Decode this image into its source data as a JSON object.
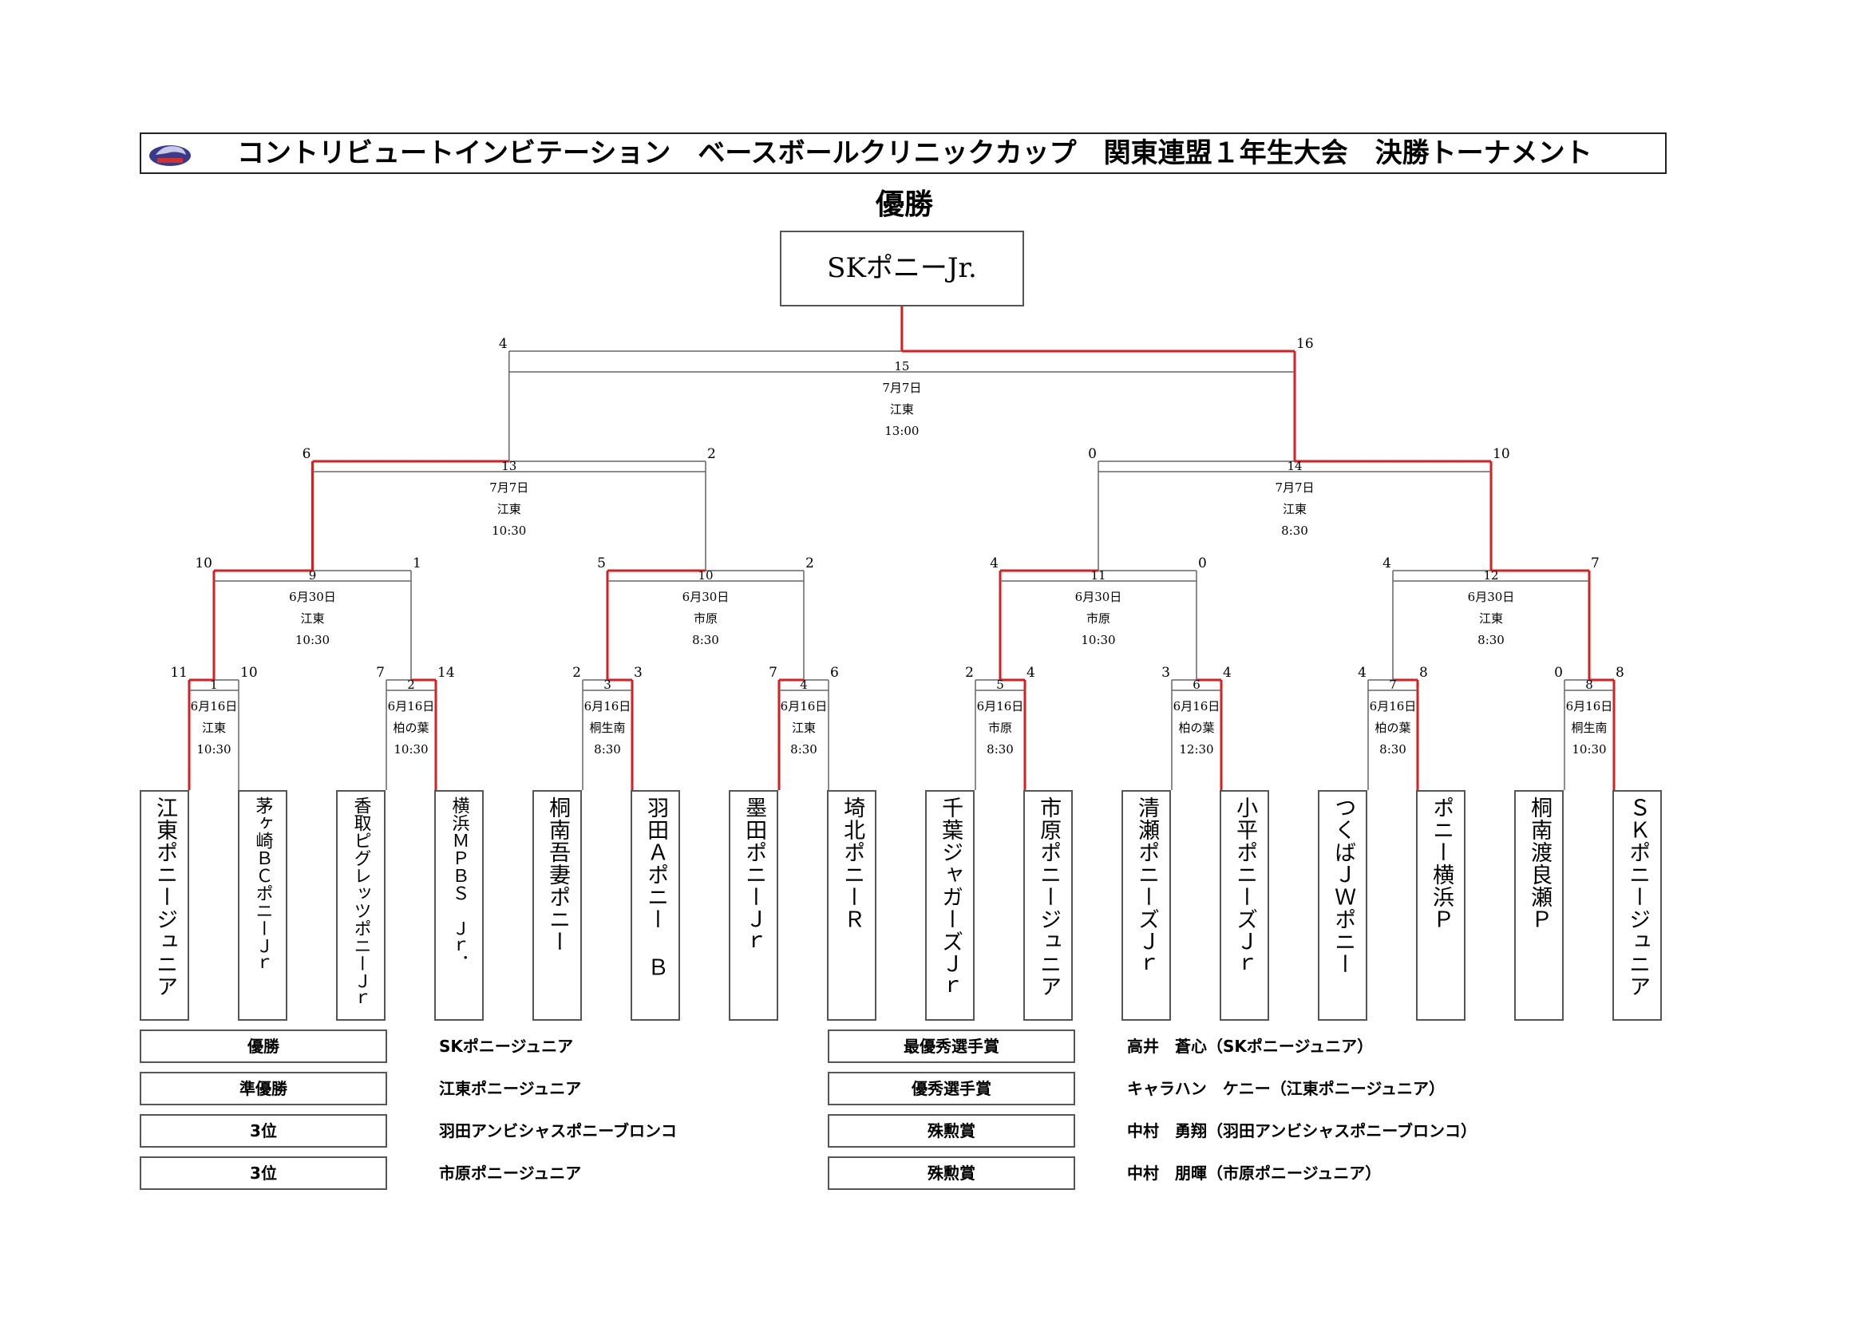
{
  "title": "コントリビュートインビテーション　ベースボールクリニックカップ　関東連盟１年生大会　決勝トーナメント",
  "champion_heading": "優勝",
  "champion_name": "SKポニーJr.",
  "colors": {
    "winner_line": "#d42020",
    "normal_line": "#666666"
  },
  "teams": [
    "江東ポニージュニア",
    "茅ヶ崎ＢＣポニーＪｒ",
    "香取ピグレッツポニーＪｒ",
    "横浜ＭＰＢＳ　Ｊｒ．",
    "桐南吾妻ポニー",
    "羽田Ａポニー Ｂ",
    "墨田ポニーＪｒ",
    "埼北ポニーＲ",
    "千葉ジャガーズＪｒ",
    "市原ポニージュニア",
    "清瀬ポニーズＪｒ",
    "小平ポニーズＪｒ",
    "つくばＪＷポニー",
    "ポニー横浜Ｐ",
    "桐南渡良瀬Ｐ",
    "ＳＫポニージュニア"
  ],
  "matches": [
    {
      "no": "1",
      "date": "6月16日",
      "venue": "江東",
      "time": "10:30",
      "left_score": "11",
      "right_score": "10",
      "winner": "left"
    },
    {
      "no": "2",
      "date": "6月16日",
      "venue": "柏の葉",
      "time": "10:30",
      "left_score": "7",
      "right_score": "14",
      "winner": "right"
    },
    {
      "no": "3",
      "date": "6月16日",
      "venue": "桐生南",
      "time": "8:30",
      "left_score": "2",
      "right_score": "3",
      "winner": "right"
    },
    {
      "no": "4",
      "date": "6月16日",
      "venue": "江東",
      "time": "8:30",
      "left_score": "7",
      "right_score": "6",
      "winner": "left"
    },
    {
      "no": "5",
      "date": "6月16日",
      "venue": "市原",
      "time": "8:30",
      "left_score": "2",
      "right_score": "4",
      "winner": "right"
    },
    {
      "no": "6",
      "date": "6月16日",
      "venue": "柏の葉",
      "time": "12:30",
      "left_score": "3",
      "right_score": "4",
      "winner": "right"
    },
    {
      "no": "7",
      "date": "6月16日",
      "venue": "柏の葉",
      "time": "8:30",
      "left_score": "4",
      "right_score": "8",
      "winner": "right"
    },
    {
      "no": "8",
      "date": "6月16日",
      "venue": "桐生南",
      "time": "10:30",
      "left_score": "0",
      "right_score": "8",
      "winner": "right"
    },
    {
      "no": "9",
      "date": "6月30日",
      "venue": "江東",
      "time": "10:30",
      "left_score": "10",
      "right_score": "1",
      "winner": "left"
    },
    {
      "no": "10",
      "date": "6月30日",
      "venue": "市原",
      "time": "8:30",
      "left_score": "5",
      "right_score": "2",
      "winner": "left"
    },
    {
      "no": "11",
      "date": "6月30日",
      "venue": "市原",
      "time": "10:30",
      "left_score": "4",
      "right_score": "0",
      "winner": "left"
    },
    {
      "no": "12",
      "date": "6月30日",
      "venue": "江東",
      "time": "8:30",
      "left_score": "4",
      "right_score": "7",
      "winner": "right"
    },
    {
      "no": "13",
      "date": "7月7日",
      "venue": "江東",
      "time": "10:30",
      "left_score": "6",
      "right_score": "2",
      "winner": "left"
    },
    {
      "no": "14",
      "date": "7月7日",
      "venue": "江東",
      "time": "8:30",
      "left_score": "0",
      "right_score": "10",
      "winner": "right"
    },
    {
      "no": "15",
      "date": "7月7日",
      "venue": "江東",
      "time": "13:00",
      "left_score": "4",
      "right_score": "16",
      "winner": "right"
    }
  ],
  "awards_left": [
    {
      "label": "優勝",
      "value": "SKポニージュニア"
    },
    {
      "label": "準優勝",
      "value": "江東ポニージュニア"
    },
    {
      "label": "3位",
      "value": "羽田アンビシャスポニーブロンコ"
    },
    {
      "label": "3位",
      "value": "市原ポニージュニア"
    }
  ],
  "awards_right": [
    {
      "label": "最優秀選手賞",
      "value": "高井　蒼心（SKポニージュニア）"
    },
    {
      "label": "優秀選手賞",
      "value": "キャラハン　ケニー（江東ポニージュニア）"
    },
    {
      "label": "殊勲賞",
      "value": "中村　勇翔（羽田アンビシャスポニーブロンコ）"
    },
    {
      "label": "殊勲賞",
      "value": "中村　朋暉（市原ポニージュニア）"
    }
  ]
}
